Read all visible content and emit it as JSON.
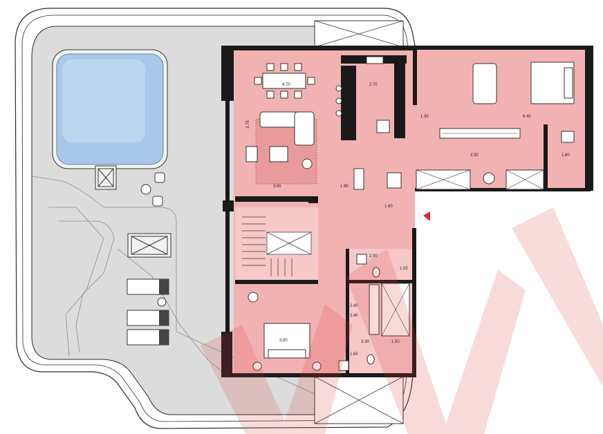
{
  "colors": {
    "background": "#ffffff",
    "terrace": "#dcdcdc",
    "interior": "#f3b2b2",
    "interior_light": "#f6c8c8",
    "wall": "#1a1a1a",
    "pool": "#a8c8ea",
    "watermark": "#d93a3a",
    "entry_marker": "#e02828"
  },
  "icons": {
    "entry_marker": "triangle-left-icon",
    "skylight": "cross-box-icon",
    "lounger": "sunbed-icon",
    "table": "round-table-icon"
  },
  "dimensions": {
    "dining_width": "4.70",
    "kitchen_width": "2.70",
    "living_depth": "3.75",
    "living_width": "3.65",
    "hall_width": "1.95",
    "door_1": "1.60",
    "corridor": "1.30",
    "master_width": "6.40",
    "master_bath": "1.80",
    "dressing": "3.30",
    "bath_small_w": "2.30",
    "bath_small_h": "1.55",
    "bed2_width": "3.80",
    "hall_2a": "2.40",
    "hall_2b": "2.40",
    "bath2_w": "3.30",
    "bath2_h": "1.65",
    "bath2_x": "1.50"
  },
  "watermark": {
    "shown": true,
    "style": "large diagonal red letters, partially cropped"
  }
}
